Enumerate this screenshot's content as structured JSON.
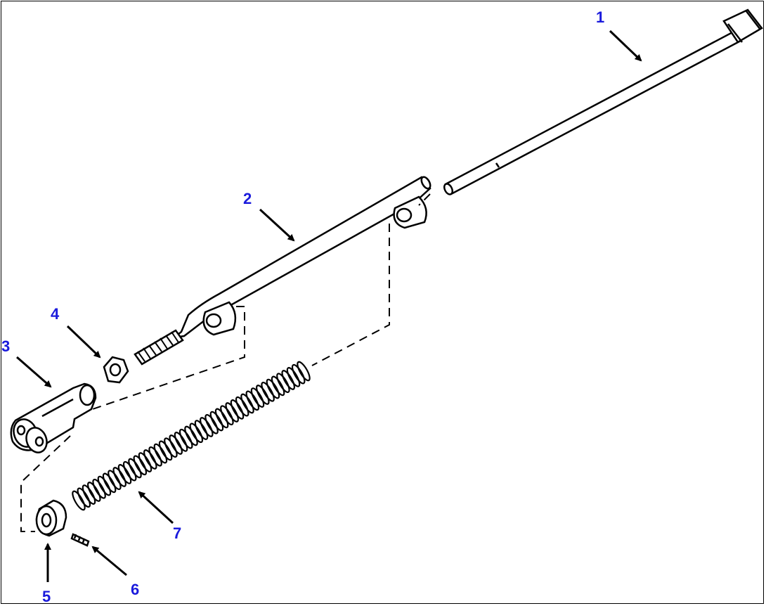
{
  "diagram": {
    "callout_color": "#1a1adc",
    "line_color": "#000000",
    "callouts": [
      {
        "id": "1",
        "label": "1"
      },
      {
        "id": "2",
        "label": "2"
      },
      {
        "id": "3",
        "label": "3"
      },
      {
        "id": "4",
        "label": "4"
      },
      {
        "id": "5",
        "label": "5"
      },
      {
        "id": "6",
        "label": "6"
      },
      {
        "id": "7",
        "label": "7"
      }
    ]
  }
}
